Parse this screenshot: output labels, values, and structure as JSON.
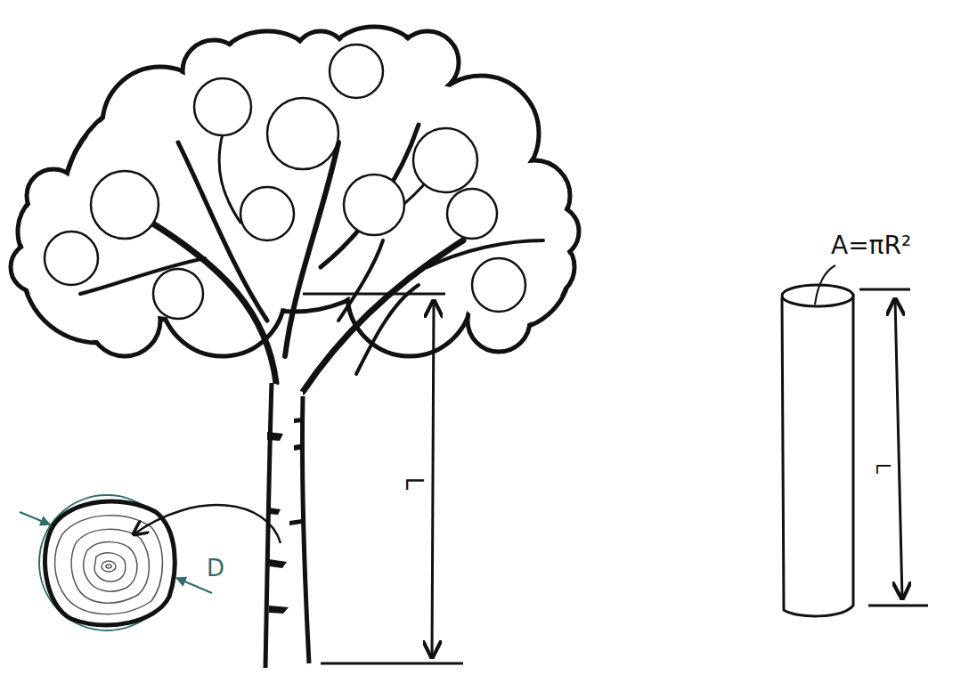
{
  "diagram": {
    "labels": [
      "L",
      "D",
      "A=πR²",
      "L"
    ]
  }
}
